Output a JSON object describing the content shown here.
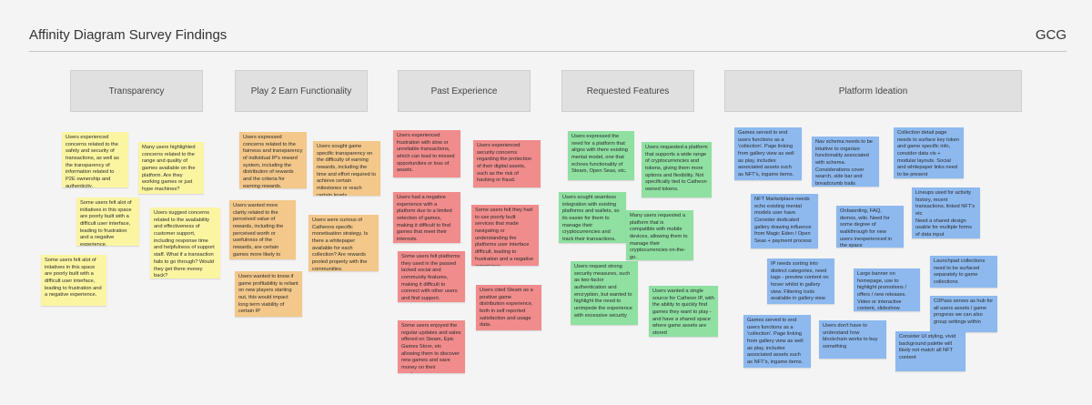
{
  "page": {
    "title": "Affinity Diagram Survey Findings",
    "brand": "GCG"
  },
  "colors": {
    "yellow": "#fbf5a2",
    "orange": "#f3c88a",
    "red": "#f08c8c",
    "green": "#8fe0a1",
    "blue": "#8db9ef",
    "header": "#e0e0e0"
  },
  "columns": {
    "transparency": {
      "header": "Transparency",
      "notes": [
        "Users experienced concerns related to the safety and security of transactions, as well as the transparency of information related to P2E ownership and authenticity.",
        "Many users highlighted concerns related to the range and quality of games available on the platform. Are they working games or just hype machines?",
        "Some users felt alot of initiatives in this space are poorly built with a difficult user interface, leading to frustration and a negative experience.",
        "Users suggest concerns related to the availability and effectiveness of customer support, including response time and helpfulness of support staff. What if a transaction fails to go through? Would they get there money back?",
        "Some users felt alot of initatives in this space are poorly built with a difficult user interface, leading to frustration and a negative experience."
      ]
    },
    "p2e": {
      "header": "Play 2 Earn Functionality",
      "notes": [
        "Users expressed concerns related to the fairness and transparency of individual IP's reward system, including the distribution of rewards and the criteria for earning rewards.",
        "Users sought game specific transparency on the difficulty of earning rewards, including the time and effort required to achieve certain milestones or reach certain levels.",
        "Users wanted more clarity related to the perceived value of rewards, including the perceived worth or usefulness of the rewards, are certain games more likely to reward high value NFTs?",
        "Users were curious of Catheons specific monetisation strategy. Is there a whitepaper available for each collection? Are rewards pooled properly with the communities.",
        "Users wanted to know if game profitability is reliant on new players starting out, this would impact long term viability of certain IP"
      ]
    },
    "past": {
      "header": "Past Experience",
      "notes": [
        "Users experienced frustration with slow or unreliable transactions, which can lead to missed opportunities or loss of assets.",
        "Users experienced security concerns regarding the protection of their digital assets, such as the risk of hacking or fraud.",
        "Users had a negative experience with a platform due to a limited selection of games, making it difficult to find games that meet their interests.",
        "Some users felt they had to use poorly built services that made navigating or understanding the platforms user interface difficult, leading to frustration and a negative experience.",
        "Some users felt platforms they used in the passed lacked social and community features, making it difficult to connect with other users and find support.",
        "Users cited Steam as a positive game distribution experience, both in self reported satisfaction and usage data.",
        "Some users enjoyed the regular updates and sales offered on Steam, Epic Games Store, etc allowing them to discover new games and save money on their purchases."
      ]
    },
    "requested": {
      "header": "Requested Features",
      "notes": [
        "Users expressed the need for a platform that aligns with there existing mental model, one that echoes functionality of Steam, Open Seas, etc.",
        "Users requested a platform that supports a wide range of cryptocurrencies and tokens, giving them more options and flexibility. Not specifically tied to Catheon owned tokens.",
        "Users sought seamless integration with existing platforms and wallets, so its easier for them to manage their cryptocurrencies and track their transactions.",
        "Many users requested a platform that is compatible with mobile devices, allowing them to manage their cryptocurrencies on-the-go.",
        "Users request strong security measures, such as two-factor authentication and encryption, but wanted to highlight the need to unimpede the experience with excessive security",
        "Users wanted a single source for Catheon IP, with the ability to quickly find games they want to play - and have a shared space where game assets are stored"
      ]
    },
    "ideation": {
      "header": "Platform Ideation",
      "notes": [
        "Games served to end users functions as a 'collection'. Page linking from gallery view as well as play, includes associated assets such as NFT's, ingame items.",
        "Nav schema needs to be intuitive to organize functionality associated with schema. Considerations cover search, side bar and breadcrumb trails",
        "Collection detail page needs to surface key token and game specific info, consider data vis + modular layouts. Social and whitepaper links need to be present",
        "NFT Marketplace needs echo existing mental models user have. Consider dedicated gallery drawing influence from Magic Eden / Open Seas + payment process",
        "Onbaording, FAQ, demos, wiki. Need for some degree of walkthrough for new users inexperienced in the space",
        "Lineups used for activity history, recent transactions, linked NFT's etc\nNeed a shared design usable for multiple forms of data input",
        "IP needs sorting into distinct categories, need tags - preview content on hover whilst in gallery view. Filtering tools available in gallery view",
        "Large banner on homepage, use to highlight promotions / offers / new releases. Video or interactive content, slideshow",
        "Launchpad collections need to be surfaced separately to game collections",
        "Games served to end users functions as a 'collection'. Page linking from gallery view as well as play, includes associated assets such as NFT's, ingame items.",
        "Users don't have to understand how blockchain works to buy something",
        "C0Pass serves as hub for all users assets / game progress we can also group settings within",
        "Consider UI styling, vivid background palette will likely not match all NFT content"
      ]
    }
  }
}
